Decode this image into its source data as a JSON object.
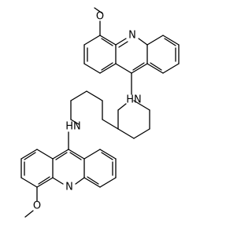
{
  "molecule": {
    "atom_labels": {
      "o_top": "O",
      "n_ring_top": "N",
      "nh_top": "HN",
      "nh_bottom": "HN",
      "n_ring_bottom": "N",
      "o_bottom": "O"
    },
    "colors": {
      "bond": "#000000",
      "label": "#000000",
      "background": "#ffffff"
    }
  }
}
